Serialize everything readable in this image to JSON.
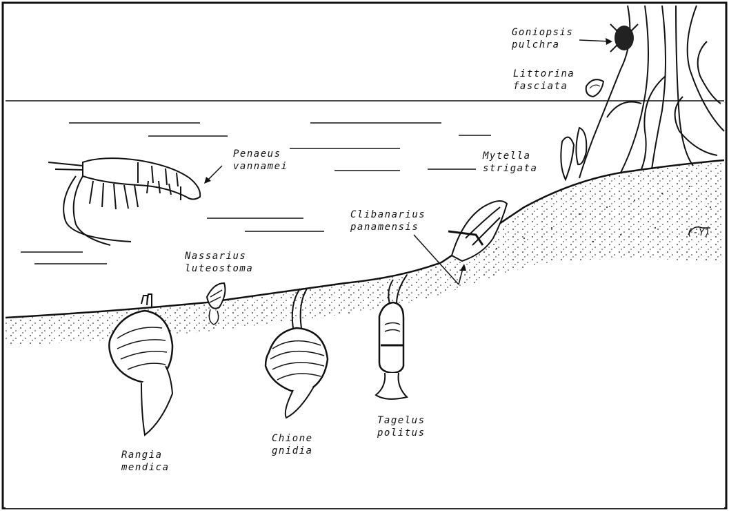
{
  "labels": {
    "goniopsis": {
      "line1": "Goniopsis",
      "line2": "pulchra"
    },
    "littorina": {
      "line1": "Littorina",
      "line2": "fasciata"
    },
    "penaeus": {
      "line1": "Penaeus",
      "line2": "vannamei"
    },
    "mytella": {
      "line1": "Mytella",
      "line2": "strigata"
    },
    "clibanarius": {
      "line1": "Clibanarius",
      "line2": "panamensis"
    },
    "nassarius": {
      "line1": "Nassarius",
      "line2": "luteostoma"
    },
    "rangia": {
      "line1": "Rangia",
      "line2": "mendica"
    },
    "chione": {
      "line1": "Chione",
      "line2": "gnidia"
    },
    "tagelus": {
      "line1": "Tagelus",
      "line2": "politus"
    }
  },
  "signature": "(-Y)",
  "colors": {
    "ink": "#111111",
    "background": "#ffffff"
  }
}
